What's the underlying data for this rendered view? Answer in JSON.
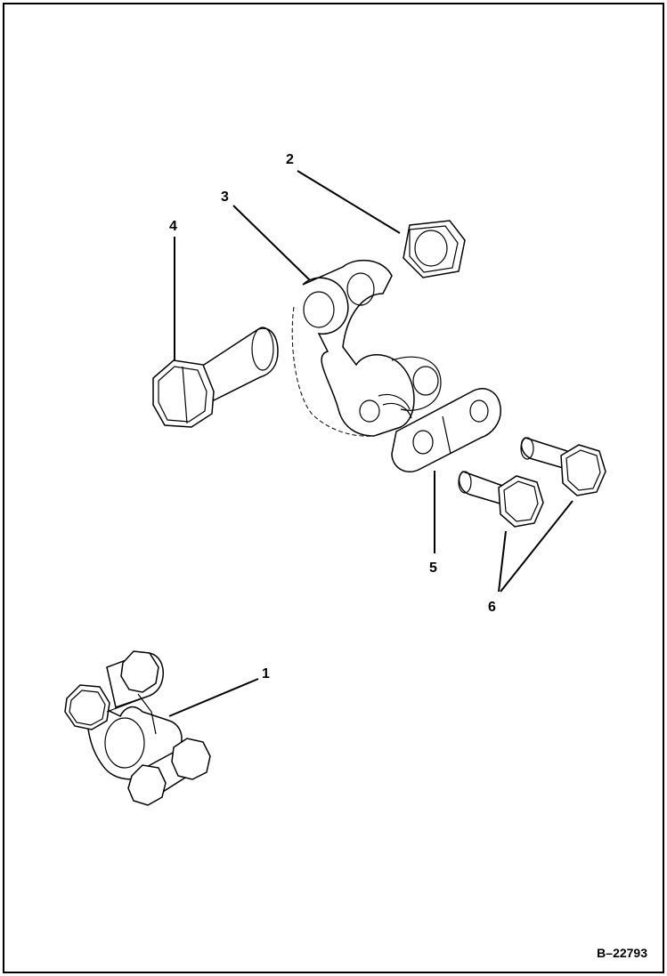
{
  "callouts": [
    {
      "id": "1",
      "label": "1"
    },
    {
      "id": "2",
      "label": "2"
    },
    {
      "id": "3",
      "label": "3"
    },
    {
      "id": "4",
      "label": "4"
    },
    {
      "id": "5",
      "label": "5"
    },
    {
      "id": "6",
      "label": "6"
    }
  ],
  "figure_id": "B–22793",
  "colors": {
    "line": "#000000",
    "background": "#ffffff"
  }
}
